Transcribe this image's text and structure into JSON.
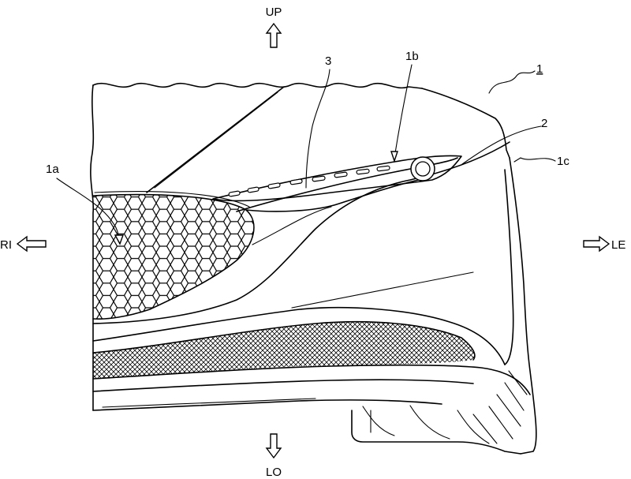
{
  "directions": {
    "up": "UP",
    "down": "LO",
    "left": "RI",
    "right": "LE"
  },
  "refs": {
    "r1": "1",
    "r1a": "1a",
    "r1b": "1b",
    "r1c": "1c",
    "r2": "2",
    "r3": "3"
  }
}
